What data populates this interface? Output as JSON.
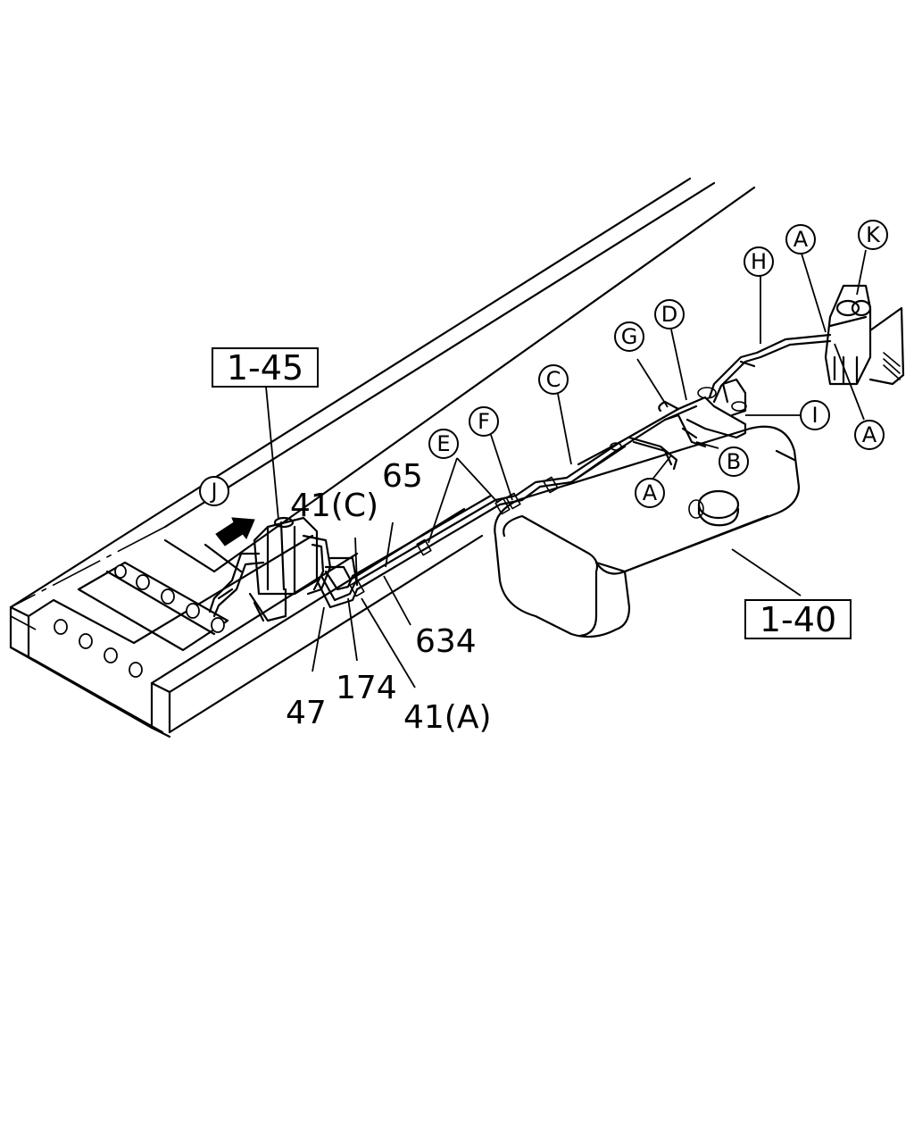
{
  "ref_boxes": {
    "ref_1_45": "1-45",
    "ref_1_40": "1-40"
  },
  "part_numbers": {
    "p65": "65",
    "p41c": "41(C)",
    "p634": "634",
    "p174": "174",
    "p47": "47",
    "p41a": "41(A)"
  },
  "callouts": {
    "J": "J",
    "E": "E",
    "F": "F",
    "C": "C",
    "G": "G",
    "D": "D",
    "H": "H",
    "A_top": "A",
    "K": "K",
    "I": "I",
    "B": "B",
    "A_mid": "A",
    "A_right": "A"
  }
}
